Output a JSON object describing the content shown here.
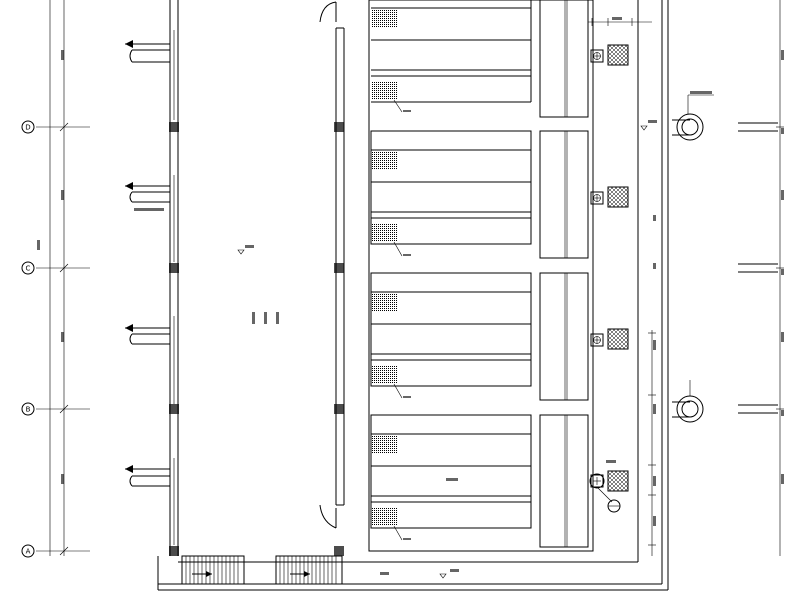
{
  "grid_axes": [
    "D",
    "C",
    "B",
    "A"
  ],
  "colors": {
    "line": "#000000",
    "background": "#ffffff"
  },
  "icons": [
    "grid-bubble-icon",
    "column-icon",
    "door-arc-icon",
    "elevation-marker-icon",
    "hatched-shaft-icon",
    "pipe-icon"
  ]
}
